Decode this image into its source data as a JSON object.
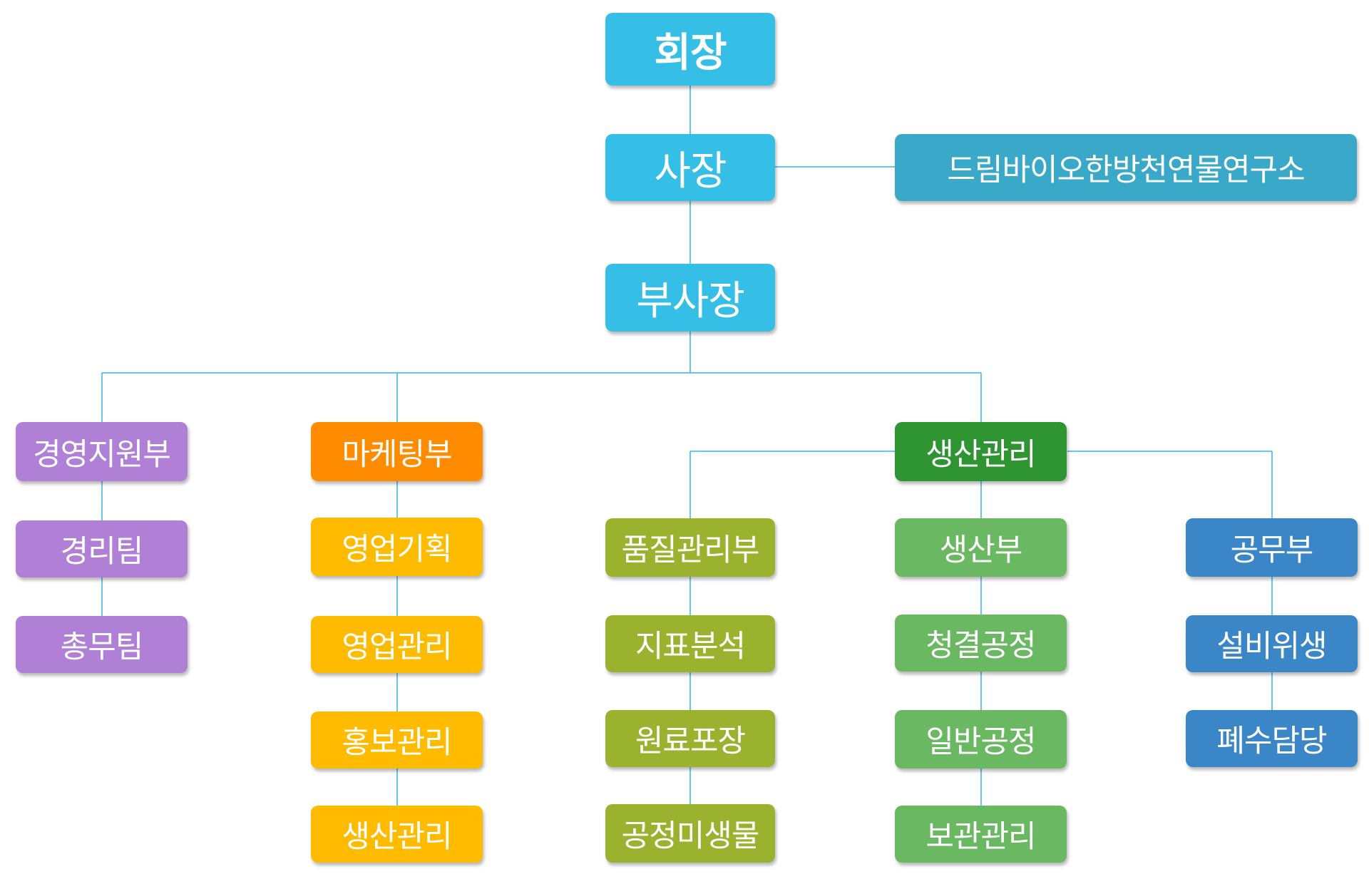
{
  "colors": {
    "connector": "#36b3e0",
    "executive": "#36bfe6",
    "research": "#3aa8c9",
    "management_support": "#b07fd6",
    "marketing_head": "#ff8c00",
    "marketing_team": "#ffbb00",
    "quality": "#9ab22e",
    "production_head": "#2e9532",
    "production_team": "#6bb862",
    "engineering": "#3a86c6"
  },
  "executives": {
    "chairman": "회장",
    "president": "사장",
    "vice_president": "부사장",
    "research_institute": "드림바이오한방천연물연구소"
  },
  "departments": {
    "management_support": {
      "title": "경영지원부",
      "teams": [
        "경리팀",
        "총무팀"
      ]
    },
    "marketing": {
      "title": "마케팅부",
      "teams": [
        "영업기획",
        "영업관리",
        "홍보관리",
        "생산관리"
      ]
    },
    "production_management": {
      "title": "생산관리",
      "quality": {
        "title": "품질관리부",
        "teams": [
          "지표분석",
          "원료포장",
          "공정미생물"
        ]
      },
      "production": {
        "title": "생산부",
        "teams": [
          "청결공정",
          "일반공정",
          "보관관리"
        ]
      },
      "engineering": {
        "title": "공무부",
        "teams": [
          "설비위생",
          "폐수담당"
        ]
      }
    }
  }
}
